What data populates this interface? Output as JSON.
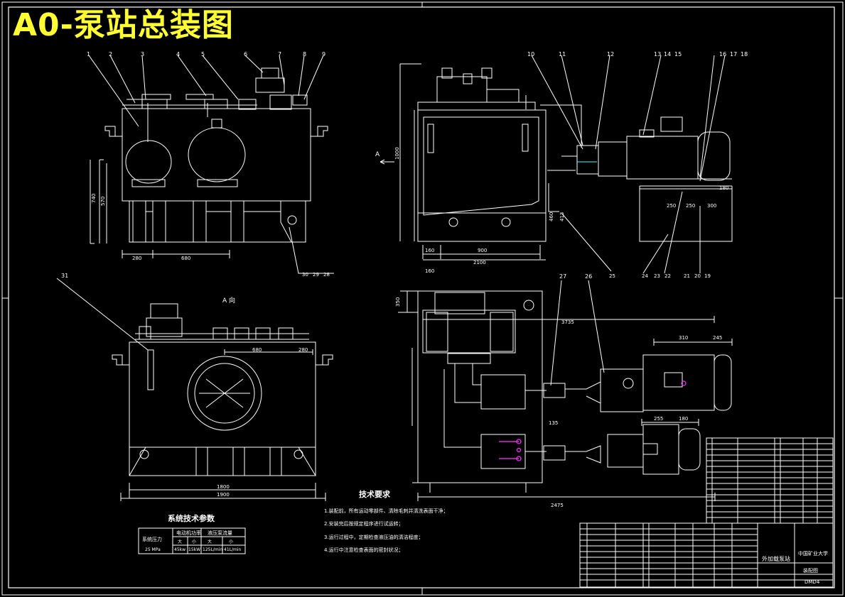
{
  "title": "A0-泵站总装图",
  "view_label_a": "A 向",
  "arrow_a": "A",
  "front_view": {
    "balloons": [
      "1",
      "2",
      "3",
      "4",
      "5",
      "6",
      "7",
      "8",
      "9"
    ],
    "bottom_balloons": [
      "30",
      "29",
      "28"
    ],
    "dims": {
      "height_total": "740",
      "height_inner": "570",
      "bottom_left": "280",
      "bottom_mid": "680"
    }
  },
  "side_view": {
    "balloons": [
      "10",
      "11",
      "12",
      "13",
      "14",
      "15",
      "16",
      "17",
      "18"
    ],
    "bottom_balloons": [
      "25"
    ],
    "bottom_right_balloons": [
      "24",
      "23",
      "22",
      "21",
      "20",
      "19"
    ],
    "dims": {
      "height_left": "1000",
      "height_r1": "460",
      "height_r2": "413",
      "bottom_160": "160",
      "bottom_900": "900",
      "bottom_total": "2100",
      "f1": "180",
      "f2": "250",
      "f3": "250",
      "f4": "300"
    }
  },
  "top_view": {
    "balloon": "31",
    "dims": {
      "inner": "1800",
      "total": "1900",
      "d680": "680",
      "d280": "280"
    }
  },
  "plan_view": {
    "balloons": [
      "27",
      "26"
    ],
    "dims": {
      "d160": "160",
      "d350": "350",
      "d3735": "3735",
      "d310": "310",
      "d245": "245",
      "d255": "255",
      "d180": "180",
      "d135": "135",
      "d2475": "2475"
    }
  },
  "params": {
    "heading": "系统技术参数",
    "col1": "系统压力",
    "col2": "电动机功率",
    "col3": "液压泵流量",
    "sub_big": "大",
    "sub_small": "小",
    "row_pressure": "25 MPa",
    "power_big": "45kw",
    "power_small": "15kW",
    "flow_big": "125L/min",
    "flow_small": "41L/min"
  },
  "requirements": {
    "heading": "技术要求",
    "items": [
      "1.装配前，所有运动零部件、清除毛刺并清洗表面干净；",
      "2.安装完后按规定程序进行试运转；",
      "3.运行过程中，定期检查液压油的清洁程度；",
      "4.运行中注意检查表面的密封状况；"
    ]
  },
  "title_block": {
    "name": "外加载泵站",
    "school": "中国矿业大学",
    "sheet": "装配图",
    "code": "DMD4"
  },
  "colors": {
    "line": "#ffffff",
    "yellow": "#ffff33",
    "magenta": "#ff33ff",
    "cyan": "#33ffff"
  }
}
